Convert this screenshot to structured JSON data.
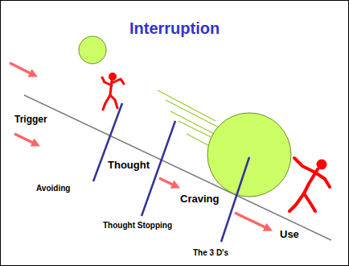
{
  "diagram": {
    "title": "Interruption",
    "labels": [
      "Trigger",
      "Thought",
      "Craving",
      "Use",
      "Avoiding",
      "Thought Stopping",
      "The 3 D's"
    ]
  }
}
